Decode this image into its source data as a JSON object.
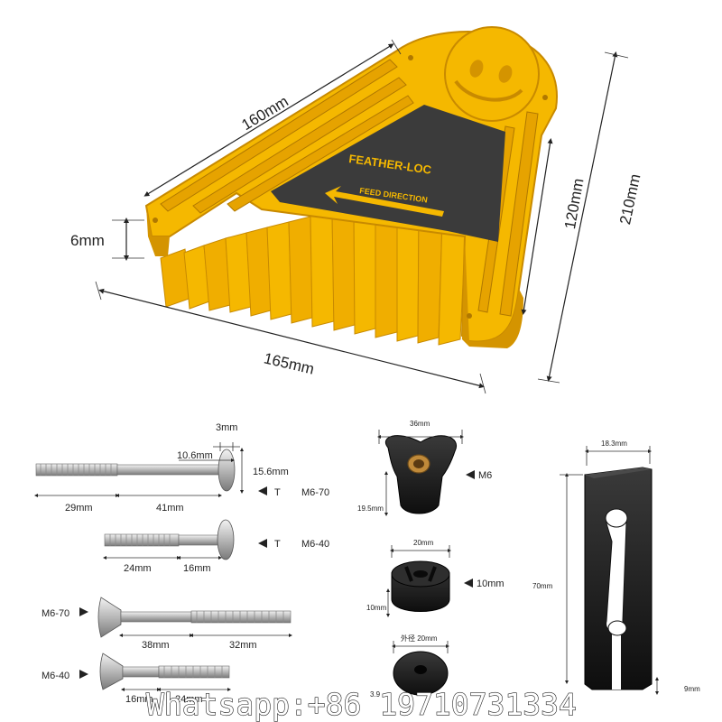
{
  "featherboard": {
    "brand": "FEATHER-LOC",
    "direction": "FEED DIRECTION",
    "dims": {
      "top": "160mm",
      "bottom": "165mm",
      "thickness": "6mm",
      "inner": "120mm",
      "height": "210mm"
    },
    "colors": {
      "body": "#f5b800",
      "edge": "#d49400",
      "panel": "#3b3b3b"
    }
  },
  "bolts": {
    "t70": {
      "d1": "3mm",
      "d2": "10.6mm",
      "d3": "15.6mm",
      "d4": "29mm",
      "d5": "41mm",
      "label": "T",
      "model": "M6-70"
    },
    "t40": {
      "d1": "24mm",
      "d2": "16mm",
      "label": "T",
      "model": "M6-40"
    },
    "c70": {
      "model": "M6-70",
      "d1": "38mm",
      "d2": "32mm"
    },
    "c40": {
      "model": "M6-40",
      "d1": "16mm",
      "d2": "24mm"
    }
  },
  "knob": {
    "d1": "36mm",
    "d2": "19.5mm",
    "label": "M6"
  },
  "washer": {
    "d1": "20mm",
    "d2": "10mm",
    "label": "10mm"
  },
  "ring": {
    "d1": "外径 20mm",
    "d2": "3.9"
  },
  "bar": {
    "d1": "18.3mm",
    "d2": "70mm",
    "d3": "9mm"
  },
  "watermark": "Whatsapp:+86 19710731334"
}
